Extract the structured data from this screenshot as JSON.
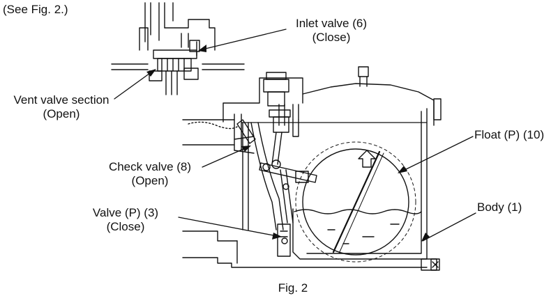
{
  "header": {
    "see_ref": "(See Fig. 2.)"
  },
  "caption": "Fig. 2",
  "labels": {
    "inlet_valve": {
      "line1": "Inlet valve (6)",
      "line2": "(Close)"
    },
    "vent_valve": {
      "line1": "Vent valve section",
      "line2": "(Open)"
    },
    "check_valve": {
      "line1": "Check valve (8)",
      "line2": "(Open)"
    },
    "valve_p": {
      "line1": "Valve (P) (3)",
      "line2": "(Close)"
    },
    "float_p": {
      "line1": "Float (P) (10)"
    },
    "body": {
      "line1": "Body (1)"
    }
  },
  "colors": {
    "ink": "#111111",
    "paper": "#ffffff"
  }
}
